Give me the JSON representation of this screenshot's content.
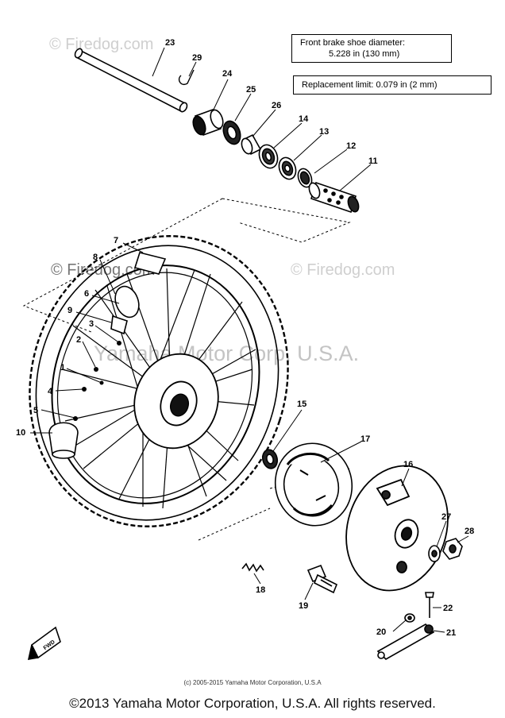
{
  "watermarks": {
    "top_left": "© Firedog.com",
    "mid_left": "© Firedog.com",
    "mid_right": "© Firedog.com",
    "center": "Yamaha Motor Corp, U.S.A."
  },
  "spec_boxes": {
    "brake_shoe_title": "Front brake shoe diameter:",
    "brake_shoe_value": "5.228 in (130 mm)",
    "replacement_limit": "Replacement limit:  0.079 in (2 mm)"
  },
  "callouts": {
    "p1": "1",
    "p2": "2",
    "p3": "3",
    "p4": "4",
    "p5": "5",
    "p6": "6",
    "p7": "7",
    "p8": "8",
    "p9": "9",
    "p10": "10",
    "p11": "11",
    "p12": "12",
    "p13": "13",
    "p14": "14",
    "p15": "15",
    "p16": "16",
    "p17": "17",
    "p18": "18",
    "p19": "19",
    "p20": "20",
    "p21": "21",
    "p22": "22",
    "p23": "23",
    "p24": "24",
    "p25": "25",
    "p26": "26",
    "p27": "27",
    "p28": "28",
    "p29": "29"
  },
  "direction_marker": "FWD",
  "small_copyright": "(c) 2005-2015 Yamaha Motor Corporation, U.S.A",
  "footer": "©2013 Yamaha Motor Corporation, U.S.A. All rights reserved."
}
